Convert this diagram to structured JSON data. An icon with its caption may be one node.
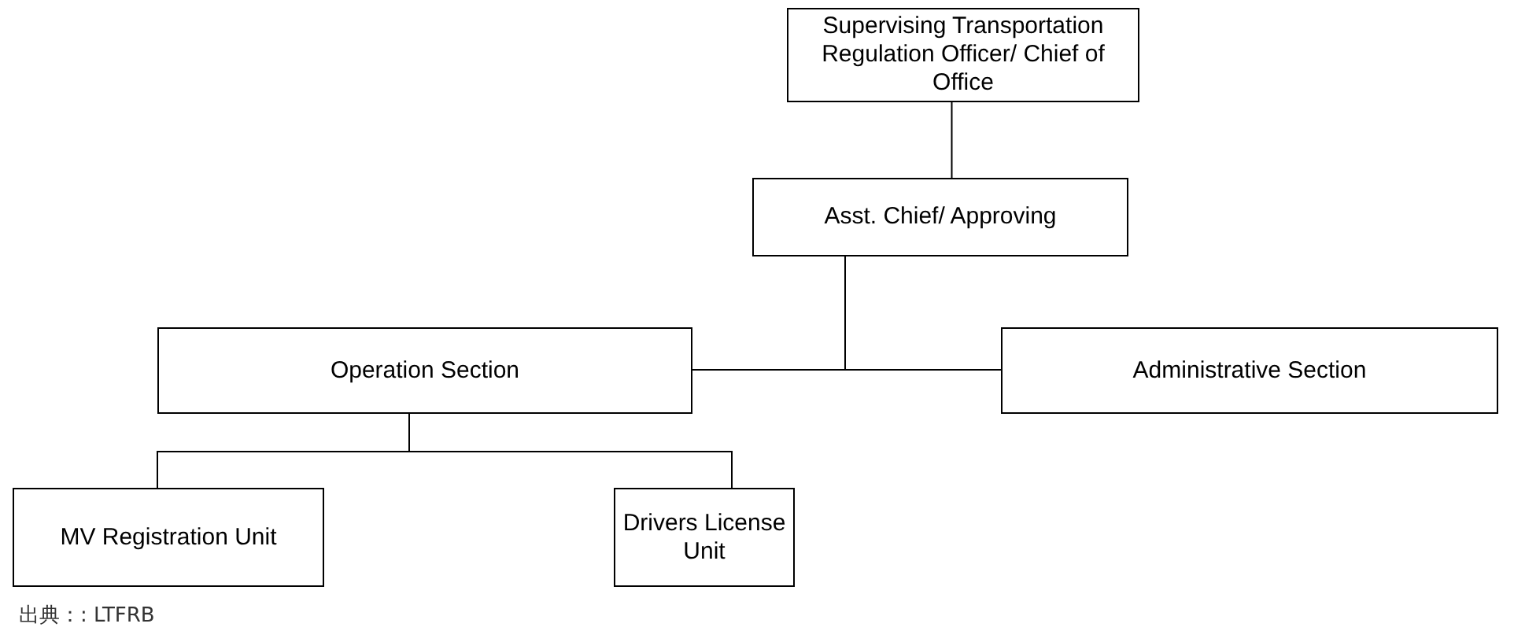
{
  "diagram": {
    "nodes": [
      {
        "text": [
          "Supervising Transportation Regulation Officer/ Chief of Office"
        ]
      },
      {
        "text": [
          "Asst. Chief/ Approving"
        ]
      },
      {
        "text": [
          "Operation Section"
        ]
      },
      {
        "text": [
          "Administrative Section"
        ]
      },
      {
        "text": [
          "MV Registration Unit"
        ]
      },
      {
        "text": [
          "Drivers License Unit"
        ]
      }
    ],
    "edges": [
      {
        "from": 0,
        "to": 1,
        "arrow": "none"
      },
      {
        "from": 1,
        "to": 2,
        "arrow": "none"
      },
      {
        "from": 1,
        "to": 3,
        "arrow": "none"
      },
      {
        "from": 2,
        "to": 4,
        "arrow": "none"
      },
      {
        "from": 2,
        "to": 5,
        "arrow": "none"
      }
    ],
    "labels": [
      "出典：: LTFRB"
    ]
  }
}
